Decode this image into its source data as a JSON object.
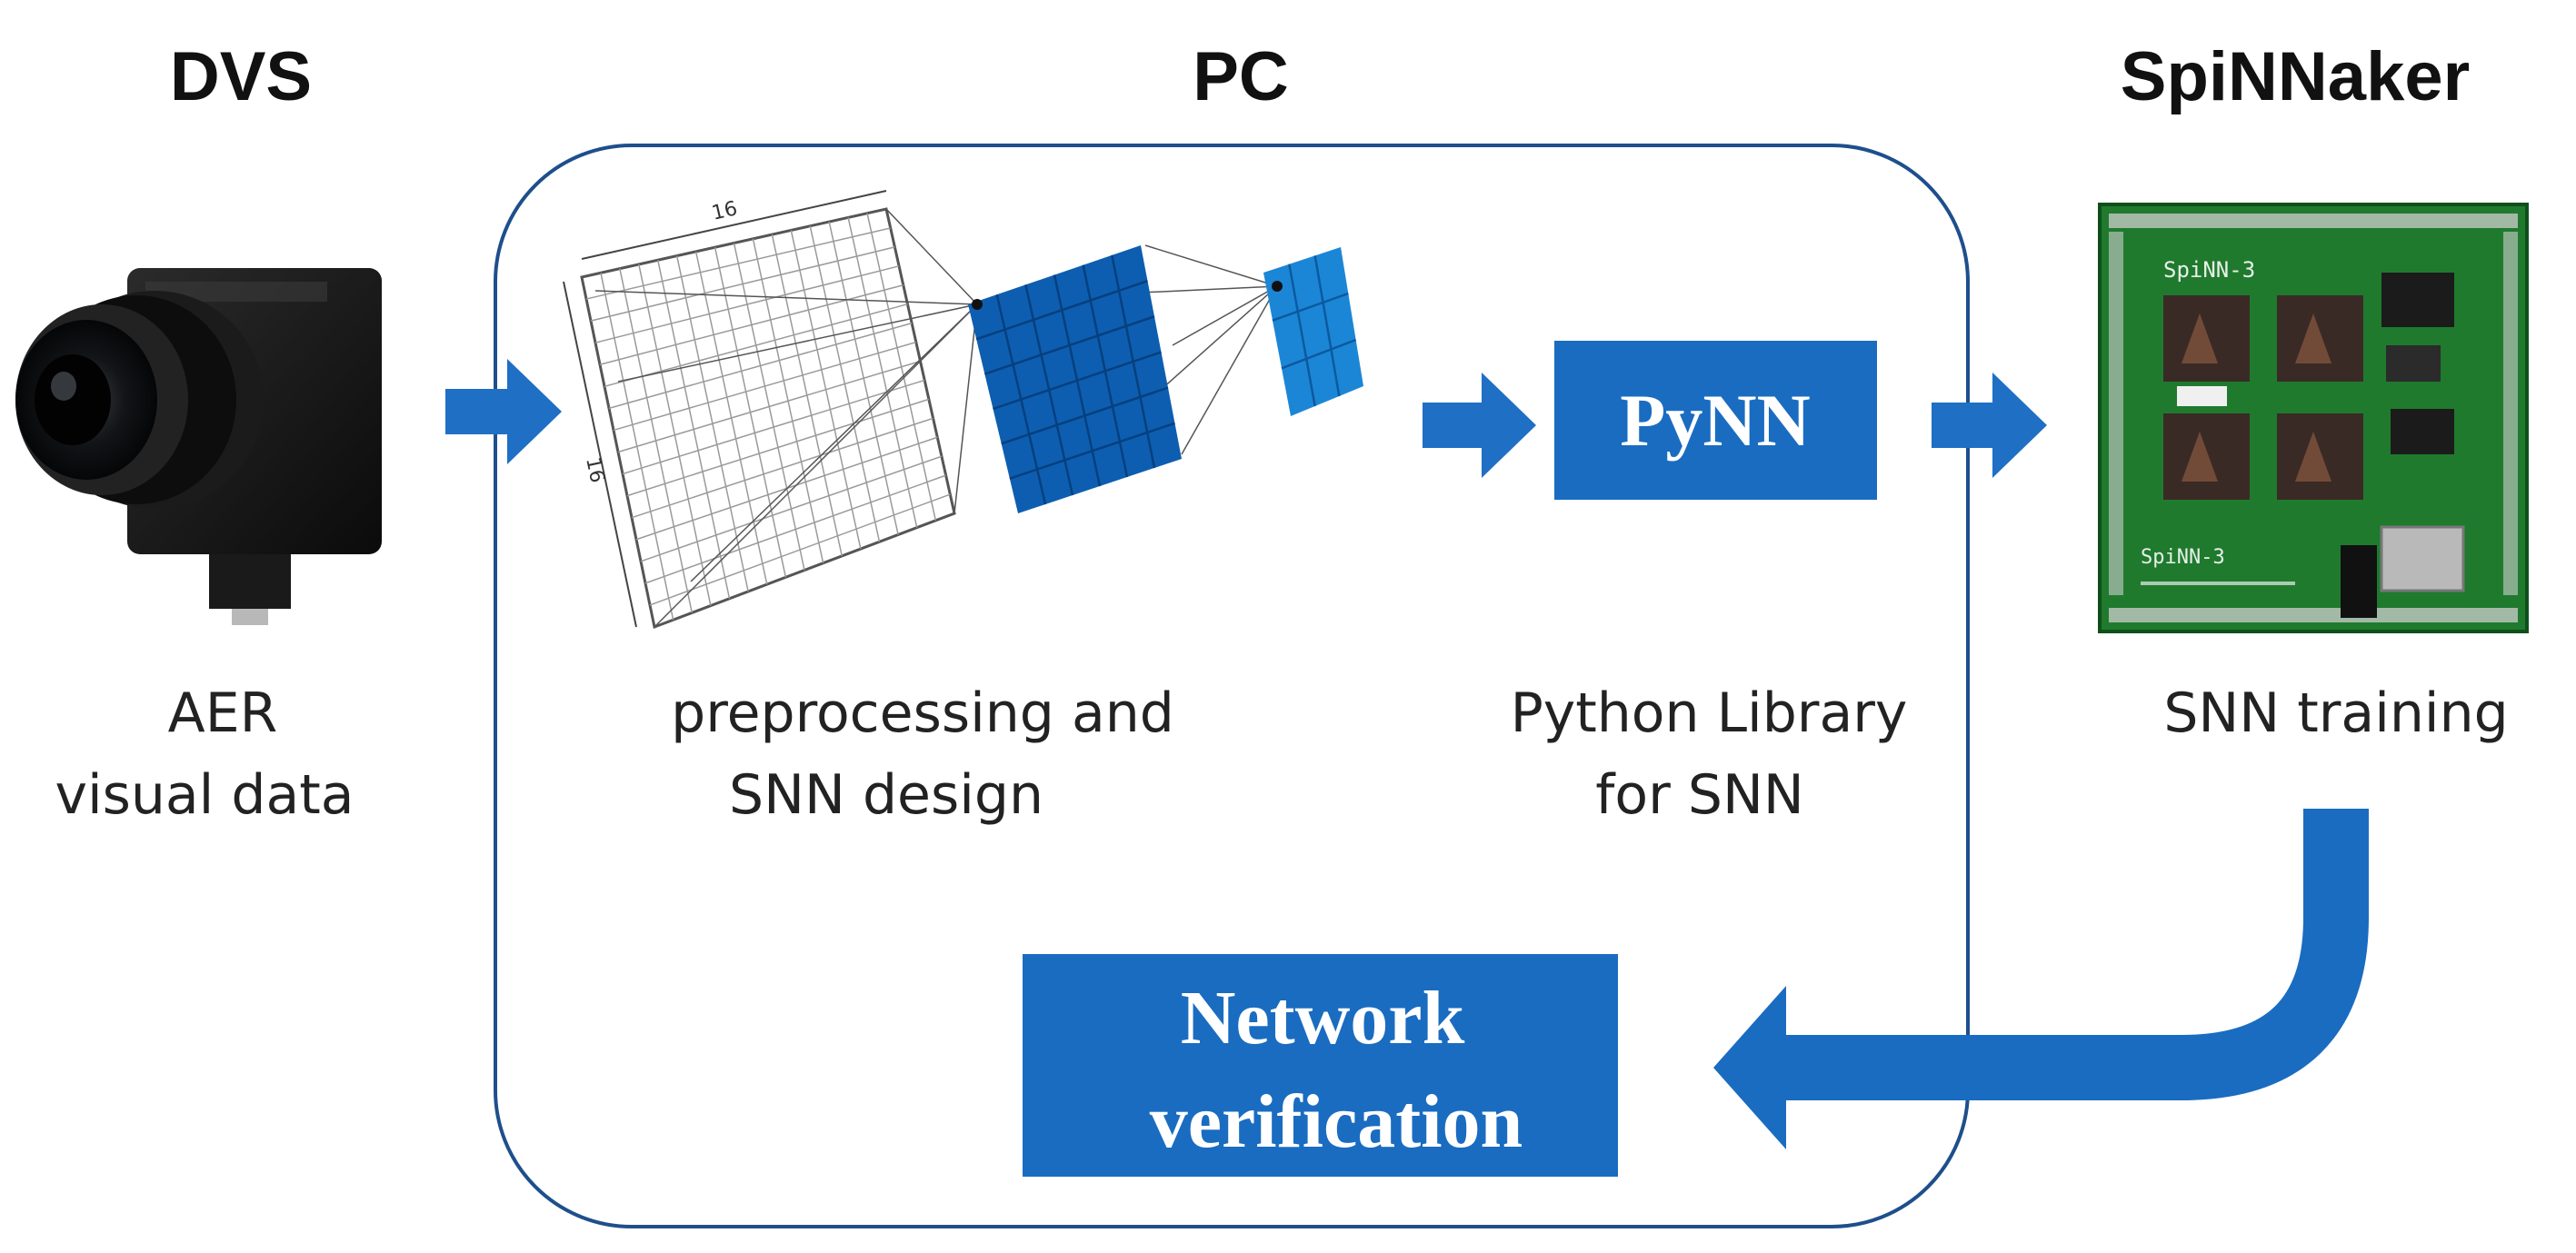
{
  "headings": {
    "dvs": "DVS",
    "pc": "PC",
    "spinnaker": "SpiNNaker"
  },
  "captions": {
    "dvs_line1": "AER",
    "dvs_line2": "visual data",
    "pc_line1": "preprocessing and",
    "pc_line2": "SNN design",
    "pynn_line1": "Python Library",
    "pynn_line2": "for SNN",
    "spinnaker_line1": "SNN training"
  },
  "boxes": {
    "pynn": "PyNN",
    "verification_line1": "Network",
    "verification_line2": "verification"
  },
  "grid_dims": {
    "width_label": "16",
    "height_label": "16"
  },
  "board": {
    "top_label": "SpiNN-3",
    "bottom_label": "SpiNN-3"
  },
  "colors": {
    "accent_blue": "#1f6fc4",
    "box_blue": "#1a6cc1",
    "feature_map": "#0d5eb0",
    "small_map": "#1c86d6",
    "frame": "#1e4f8c",
    "board_green": "#1f7a2e"
  }
}
